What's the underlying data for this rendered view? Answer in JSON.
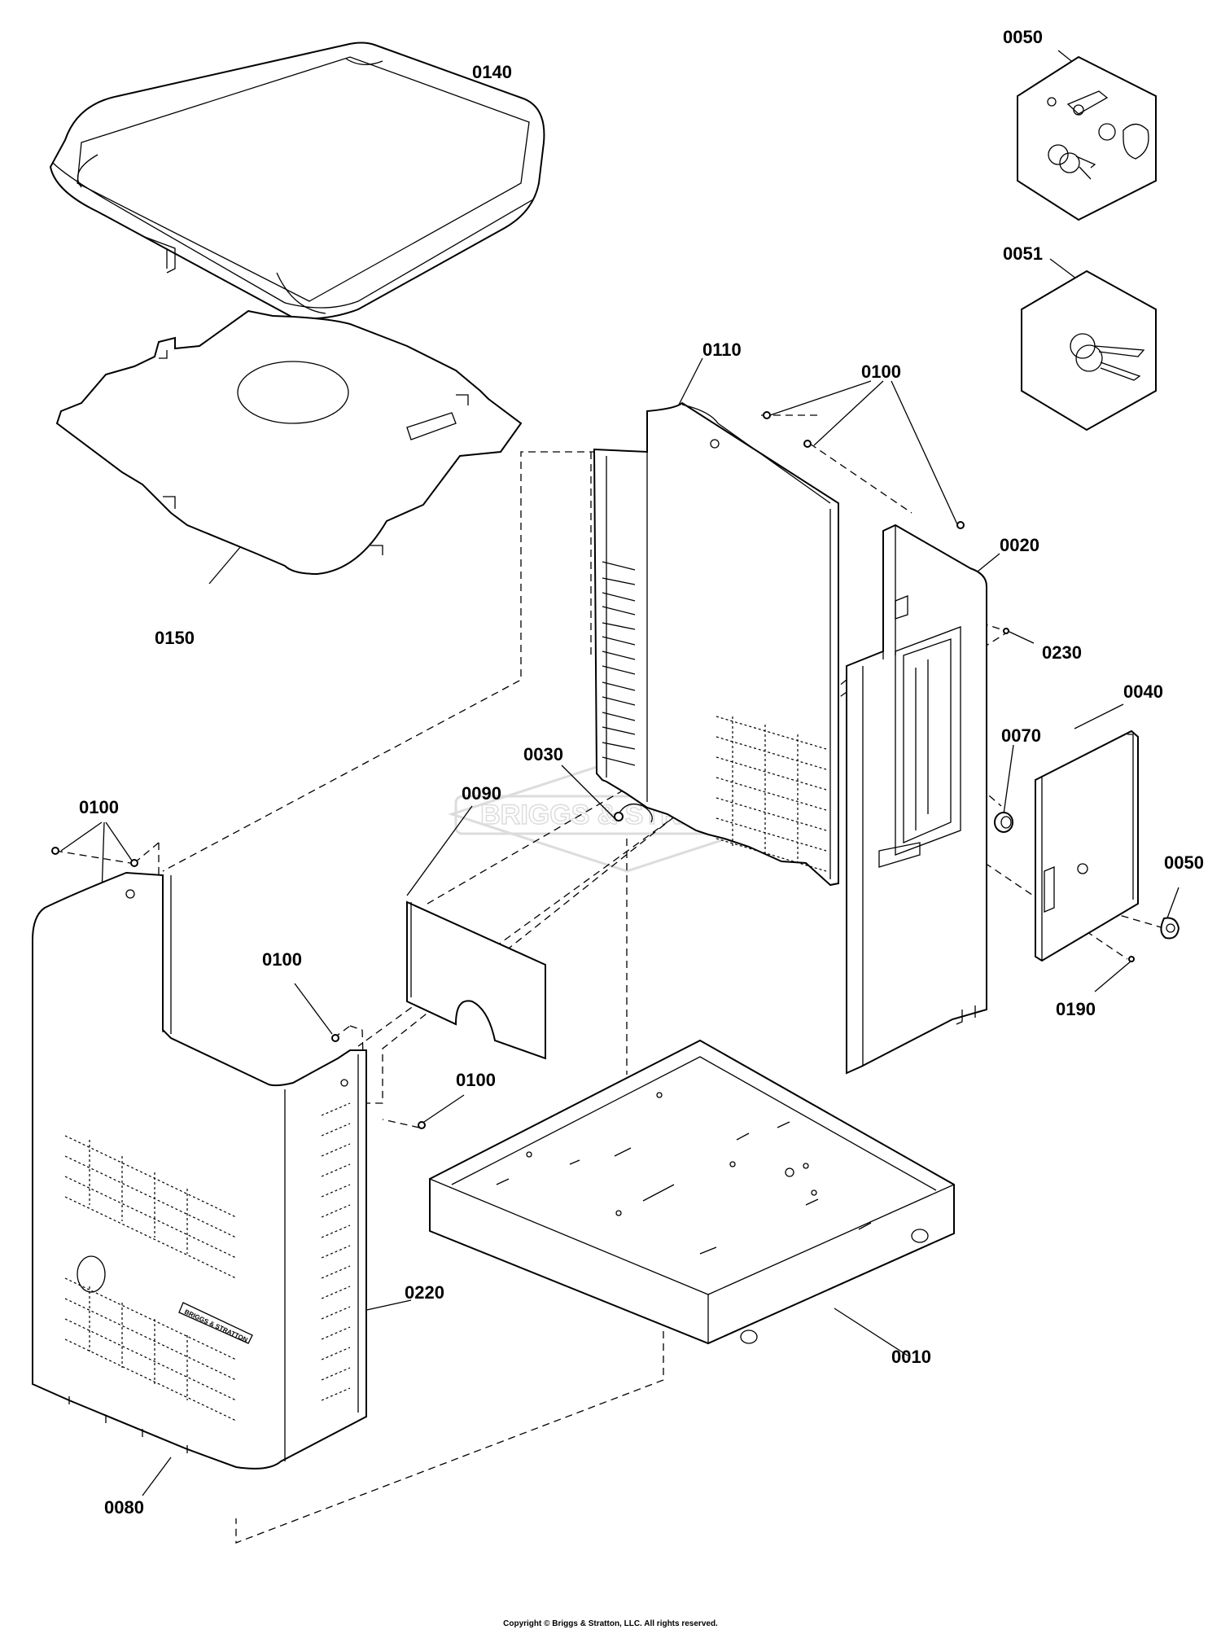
{
  "parts": [
    {
      "id": "0140",
      "label": "0140",
      "name": "top-cover"
    },
    {
      "id": "0150",
      "label": "0150",
      "name": "top-gasket"
    },
    {
      "id": "0050a",
      "label": "0050",
      "name": "latch-kit-top"
    },
    {
      "id": "0051",
      "label": "0051",
      "name": "key-set"
    },
    {
      "id": "0110",
      "label": "0110",
      "name": "rear-panel"
    },
    {
      "id": "0100a",
      "label": "0100",
      "name": "screw-top"
    },
    {
      "id": "0020",
      "label": "0020",
      "name": "side-panel"
    },
    {
      "id": "0230",
      "label": "0230",
      "name": "rivet"
    },
    {
      "id": "0040",
      "label": "0040",
      "name": "access-door"
    },
    {
      "id": "0070",
      "label": "0070",
      "name": "nut"
    },
    {
      "id": "0050b",
      "label": "0050",
      "name": "latch-side"
    },
    {
      "id": "0190",
      "label": "0190",
      "name": "pin"
    },
    {
      "id": "0030",
      "label": "0030",
      "name": "grommet"
    },
    {
      "id": "0090",
      "label": "0090",
      "name": "insulation"
    },
    {
      "id": "0100b",
      "label": "0100",
      "name": "screw-left"
    },
    {
      "id": "0100c",
      "label": "0100",
      "name": "screw-middle"
    },
    {
      "id": "0100d",
      "label": "0100",
      "name": "screw-lower"
    },
    {
      "id": "0220",
      "label": "0220",
      "name": "decal"
    },
    {
      "id": "0010",
      "label": "0010",
      "name": "base-pan"
    },
    {
      "id": "0080",
      "label": "0080",
      "name": "front-panel"
    }
  ],
  "watermark_text": "BRIGGS & STRATTON",
  "decal_text": "BRIGGS & STRATTON",
  "copyright": "Copyright © Briggs & Stratton, LLC. All rights reserved."
}
